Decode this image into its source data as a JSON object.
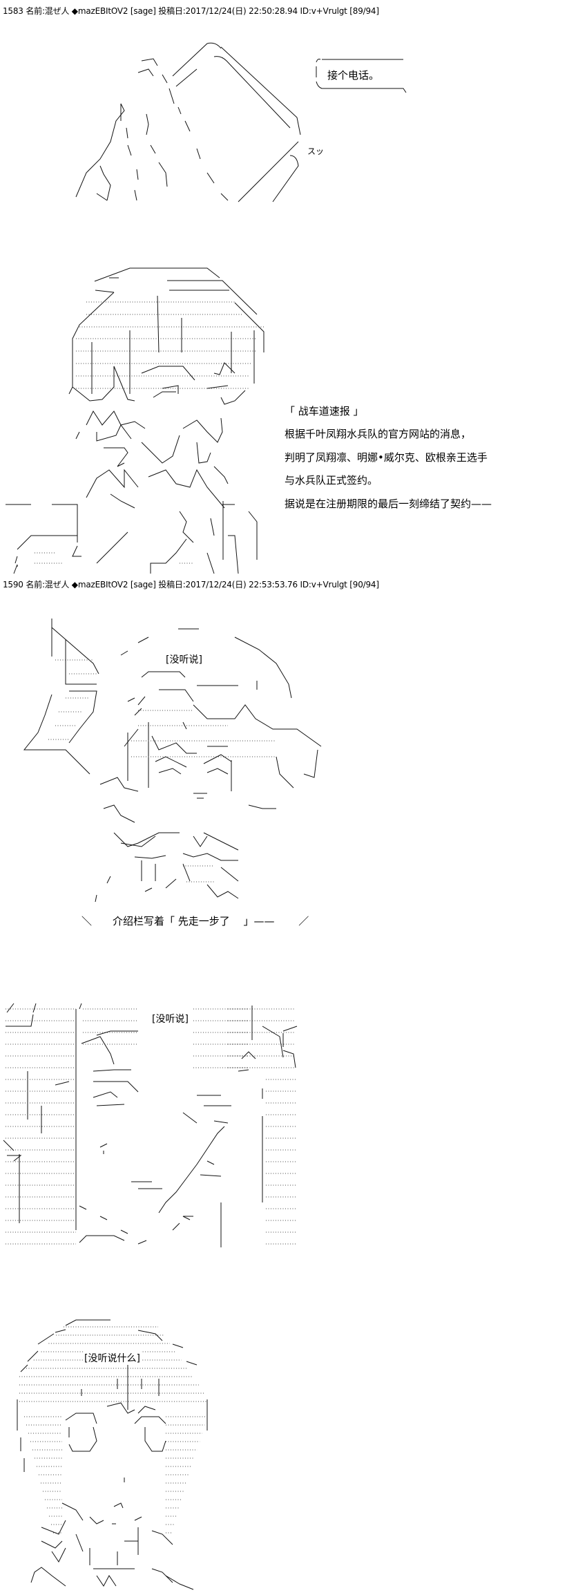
{
  "posts": [
    {
      "header": "1583 名前:混ぜ人 ◆mazEBItOV2 [sage] 投稿日:2017/12/24(日) 22:50:28.94 ID:v+Vrulgt [89/94]",
      "speech_bubble": "接个电话。",
      "sfx": "スッ",
      "news_title": "「 战车道速报 」",
      "news_lines": [
        "根据千叶凤翔水兵队的官方网站的消息，",
        "判明了凤翔凛、明娜•威尔克、欧根亲王选手",
        "与水兵队正式签约。",
        "据说是在注册期限的最后一刻缔结了契约——"
      ]
    },
    {
      "header": "1590 名前:混ぜ人 ◆mazEBItOV2 [sage] 投稿日:2017/12/24(日) 22:53:53.76 ID:v+Vrulgt [90/94]",
      "label_1": "[没听说]",
      "caption": "＼　　介绍栏写着「 先走一步了　 」——　　 ／",
      "label_2": "[没听说]",
      "label_3": "[没听说什么]"
    }
  ]
}
